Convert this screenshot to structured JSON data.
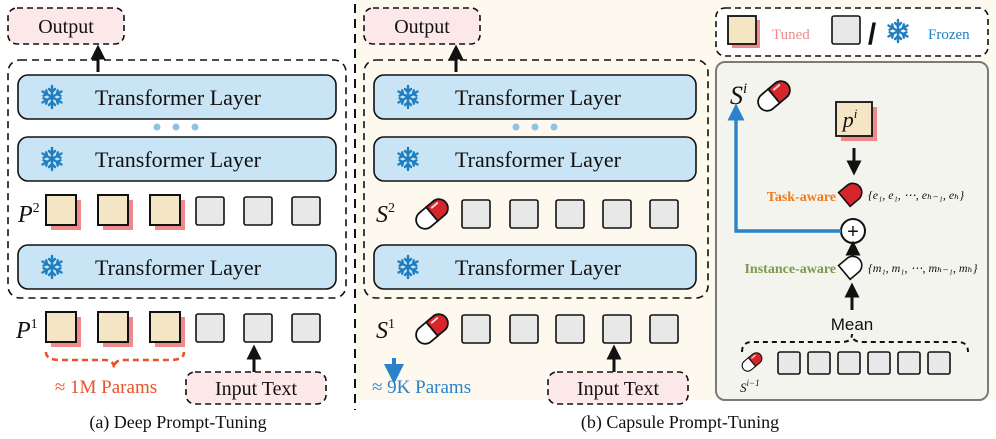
{
  "colors": {
    "tuned": "#f4e6c4",
    "tuned_shadow": "#f08a8a",
    "frozen_box": "#e8e8e8",
    "layer_fill": "#c9e4f4",
    "snowflake": "#1f7ec2",
    "output_fill": "#fce8e8",
    "capsule_red": "#d7262b",
    "task_orange": "#ef7b1a",
    "instance_green": "#7a9a48",
    "arrow_blue": "#2a82c9",
    "params_red": "#e8532b",
    "panel_gray": "#f4f4ef",
    "bg_cream": "#fdf9ee"
  },
  "left": {
    "output_label": "Output",
    "layers": [
      "Transformer Layer",
      "Transformer Layer",
      "Transformer Layer"
    ],
    "prompt_upper": {
      "base": "P",
      "sup": "2"
    },
    "prompt_lower": {
      "base": "P",
      "sup": "1"
    },
    "params_label": "≈ 1M Params",
    "input_label": "Input Text",
    "caption": "(a) Deep Prompt-Tuning"
  },
  "right": {
    "output_label": "Output",
    "layers": [
      "Transformer Layer",
      "Transformer Layer",
      "Transformer Layer"
    ],
    "capsule_upper": {
      "base": "S",
      "sup": "2"
    },
    "capsule_lower": {
      "base": "S",
      "sup": "1"
    },
    "params_label": "≈ 9K Params",
    "input_label": "Input Text",
    "caption": "(b) Capsule Prompt-Tuning"
  },
  "legend": {
    "tuned": "Tuned",
    "separator": "/",
    "frozen": "Frozen"
  },
  "detail": {
    "top_capsule": {
      "base": "S",
      "sup": "i"
    },
    "prompt": {
      "base": "p",
      "sup": "i"
    },
    "task_aware": "Task-aware",
    "task_set": "{e₁, e₁, ⋯, eₕ₋₁, eₕ}",
    "instance_aware": "Instance-aware",
    "instance_set": "{m₁, m₁, ⋯, mₕ₋₁, mₕ}",
    "plus": "+",
    "mean": "Mean",
    "bottom_capsule": {
      "base": "S",
      "sup": "i−1"
    }
  }
}
